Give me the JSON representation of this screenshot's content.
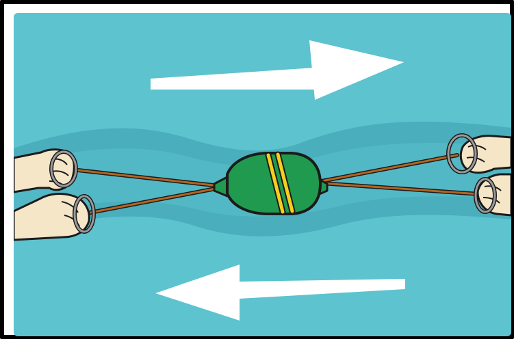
{
  "scene": {
    "colors": {
      "background": "#5cc3cf",
      "wave_band": "#4aaebc",
      "arrow": "#ffffff",
      "rope": "#b46522",
      "bladder_body": "#1f9a4f",
      "bladder_stripe": "#f4cf1f",
      "skin": "#f6e6c8",
      "ring": "#9a9a9a",
      "outline": "#1b1b1b"
    },
    "arrows": [
      {
        "name": "arrow-right",
        "direction": "right"
      },
      {
        "name": "arrow-left",
        "direction": "left"
      }
    ],
    "hands": [
      {
        "name": "hand-top-left"
      },
      {
        "name": "hand-bottom-left"
      },
      {
        "name": "hand-top-right"
      },
      {
        "name": "hand-bottom-right"
      }
    ],
    "icons": [
      "arrow-right-icon",
      "arrow-left-icon",
      "hand-icon",
      "ring-icon",
      "rope-icon",
      "bladder-icon"
    ]
  }
}
